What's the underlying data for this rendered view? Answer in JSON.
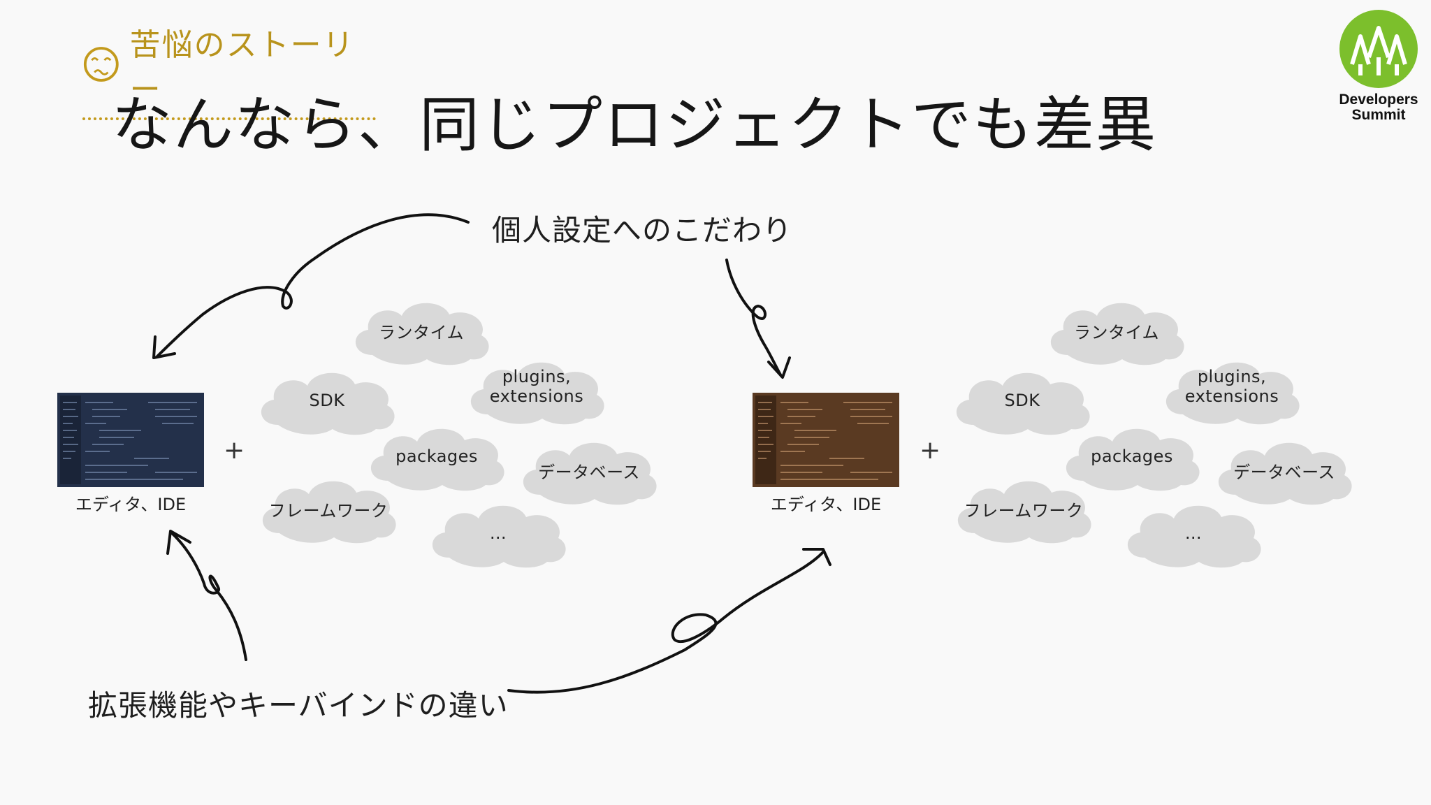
{
  "section": {
    "label": "苦悩のストーリー",
    "icon": "troubled-face-icon"
  },
  "title": "なんなら、同じプロジェクトでも差異",
  "logo": {
    "line1": "Developers",
    "line2": "Summit",
    "icon": "tree-logo-icon",
    "color": "#7cbf2c"
  },
  "annotations": {
    "top": "個人設定へのこだわり",
    "bottom": "拡張機能やキーバインドの違い"
  },
  "left_stack": {
    "editor_label": "エディタ、IDE",
    "plus": "+",
    "clouds": {
      "runtime": "ランタイム",
      "sdk": "SDK",
      "plugins": "plugins, extensions",
      "packages": "packages",
      "database": "データベース",
      "framework": "フレームワーク",
      "more": "…"
    }
  },
  "right_stack": {
    "editor_label": "エディタ、IDE",
    "plus": "+",
    "clouds": {
      "runtime": "ランタイム",
      "sdk": "SDK",
      "plugins": "plugins, extensions",
      "packages": "packages",
      "database": "データベース",
      "framework": "フレームワーク",
      "more": "…"
    }
  },
  "colors": {
    "accent_gold": "#b8931c",
    "cloud_gray": "#d9d9d9",
    "editor_dark": "#23304a",
    "editor_warm": "#5a3a22"
  }
}
